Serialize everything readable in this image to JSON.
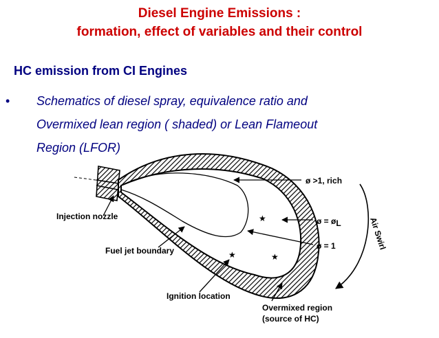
{
  "title": {
    "line1": "Diesel Engine Emissions :",
    "line2": "formation, effect of variables and their control"
  },
  "subtitle": "HC emission from CI Engines",
  "bullet": {
    "symbol": "•",
    "line1": "Schematics  of diesel spray, equivalence ratio and",
    "line2": "Overmixed lean region ( shaded) or Lean Flameout",
    "line3": "Region (LFOR)"
  },
  "diagram": {
    "labels": {
      "injection_nozzle": "Injection nozzle",
      "fuel_jet_boundary": "Fuel jet boundary",
      "ignition_location": "Ignition location",
      "phi_rich": "ø >1, rich",
      "phi_l": "ø = ø",
      "phi_l_sub": "L",
      "phi_1": "ø = 1",
      "overmixed_line1": "Overmixed  region",
      "overmixed_line2": "(source of HC)",
      "air_swirl": "Air Swirl"
    },
    "star_symbol": "★"
  },
  "colors": {
    "title": "#cc0000",
    "text": "#000080"
  }
}
